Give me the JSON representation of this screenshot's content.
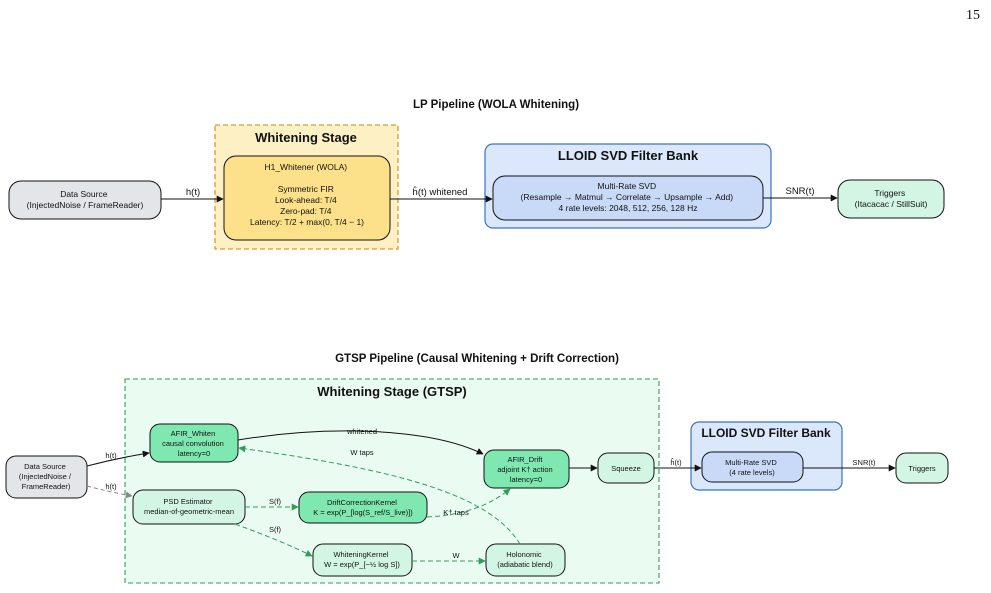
{
  "page_number": "15",
  "lp": {
    "title": "LP Pipeline (WOLA Whitening)",
    "whitening_cluster": "Whitening Stage",
    "filterbank_cluster": "LLOID SVD Filter Bank",
    "data_source": [
      "Data Source",
      "(InjectedNoise / FrameReader)"
    ],
    "whitener": [
      "H1_Whitener (WOLA)",
      "",
      "Symmetric FIR",
      "Look-ahead: T/4",
      "Zero-pad: T/4",
      "Latency: T/2 + max(0, T/4 − 1)"
    ],
    "svd": [
      "Multi-Rate SVD",
      "(Resample → Matmul → Correlate → Upsample → Add)",
      "4 rate levels: 2048, 512, 256, 128 Hz"
    ],
    "triggers": [
      "Triggers",
      "(Itacacac / StillSuit)"
    ],
    "edge_h": "h(t)",
    "edge_whitened": "ĥ(t) whitened",
    "edge_snr": "SNR(t)"
  },
  "gtsp": {
    "title": "GTSP Pipeline (Causal Whitening + Drift Correction)",
    "whitening_cluster": "Whitening Stage (GTSP)",
    "filterbank_cluster": "LLOID SVD Filter Bank",
    "data_source": [
      "Data Source",
      "(InjectedNoise /",
      "FrameReader)"
    ],
    "afir_whiten": [
      "AFIR_Whiten",
      "causal convolution",
      "latency=0"
    ],
    "psd": [
      "PSD Estimator",
      "median-of-geometric-mean"
    ],
    "drift_kernel": [
      "DriftCorrectionKernel",
      "K = exp(P_[log(S_ref/S_live)])"
    ],
    "whitening_kernel": [
      "WhiteningKernel",
      "W = exp(P_[−½ log S])"
    ],
    "holonomic": [
      "Holonomic",
      "(adiabatic blend)"
    ],
    "afir_drift": [
      "AFIR_Drift",
      "adjoint K† action",
      "latency=0"
    ],
    "squeeze": "Squeeze",
    "svd": [
      "Multi-Rate SVD",
      "(4 rate levels)"
    ],
    "triggers": "Triggers",
    "edge_h1": "h(t)",
    "edge_h2": "h(t)",
    "edge_whitened": "whitened",
    "edge_wtaps": "W taps",
    "edge_st1": "S(f)",
    "edge_st2": "S(f)",
    "edge_ktaps": "K† taps",
    "edge_w": "W",
    "edge_hhat": "ĥ(t)",
    "edge_snr": "SNR(t)"
  }
}
